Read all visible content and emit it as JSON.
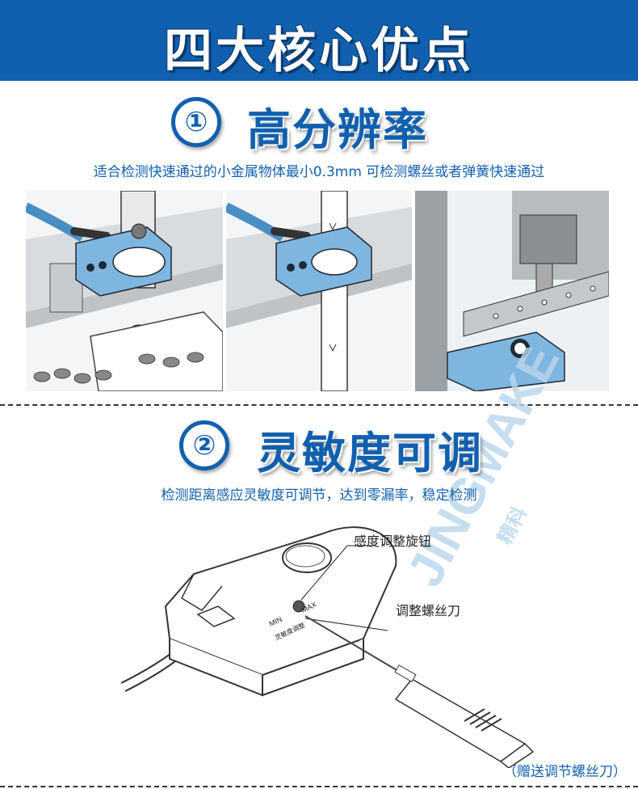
{
  "banner": {
    "title": "四大核心优点"
  },
  "section1": {
    "number": "①",
    "title": "高分辨率",
    "description": "适合检测快速通过的小金属物体最小0.3mm 可检测螺丝或者弹簧快速通过"
  },
  "section2": {
    "number": "②",
    "title": "灵敏度可调",
    "description": "检测距离感应灵敏度可调节，达到零漏率，稳定检测"
  },
  "diagram": {
    "knob_label": "感度调整旋钮",
    "screwdriver_label": "调整螺丝刀",
    "min_label": "MIN",
    "max_label": "MAX",
    "sensor_text": "灵敏度调整",
    "footnote": "（赠送调节螺丝刀）"
  },
  "watermark": {
    "letters": "JINGMAKE",
    "chinese": "精科"
  },
  "colors": {
    "brand_blue": "#1160b0",
    "sensor_blue": "#7fb6df",
    "dark": "#222222"
  }
}
